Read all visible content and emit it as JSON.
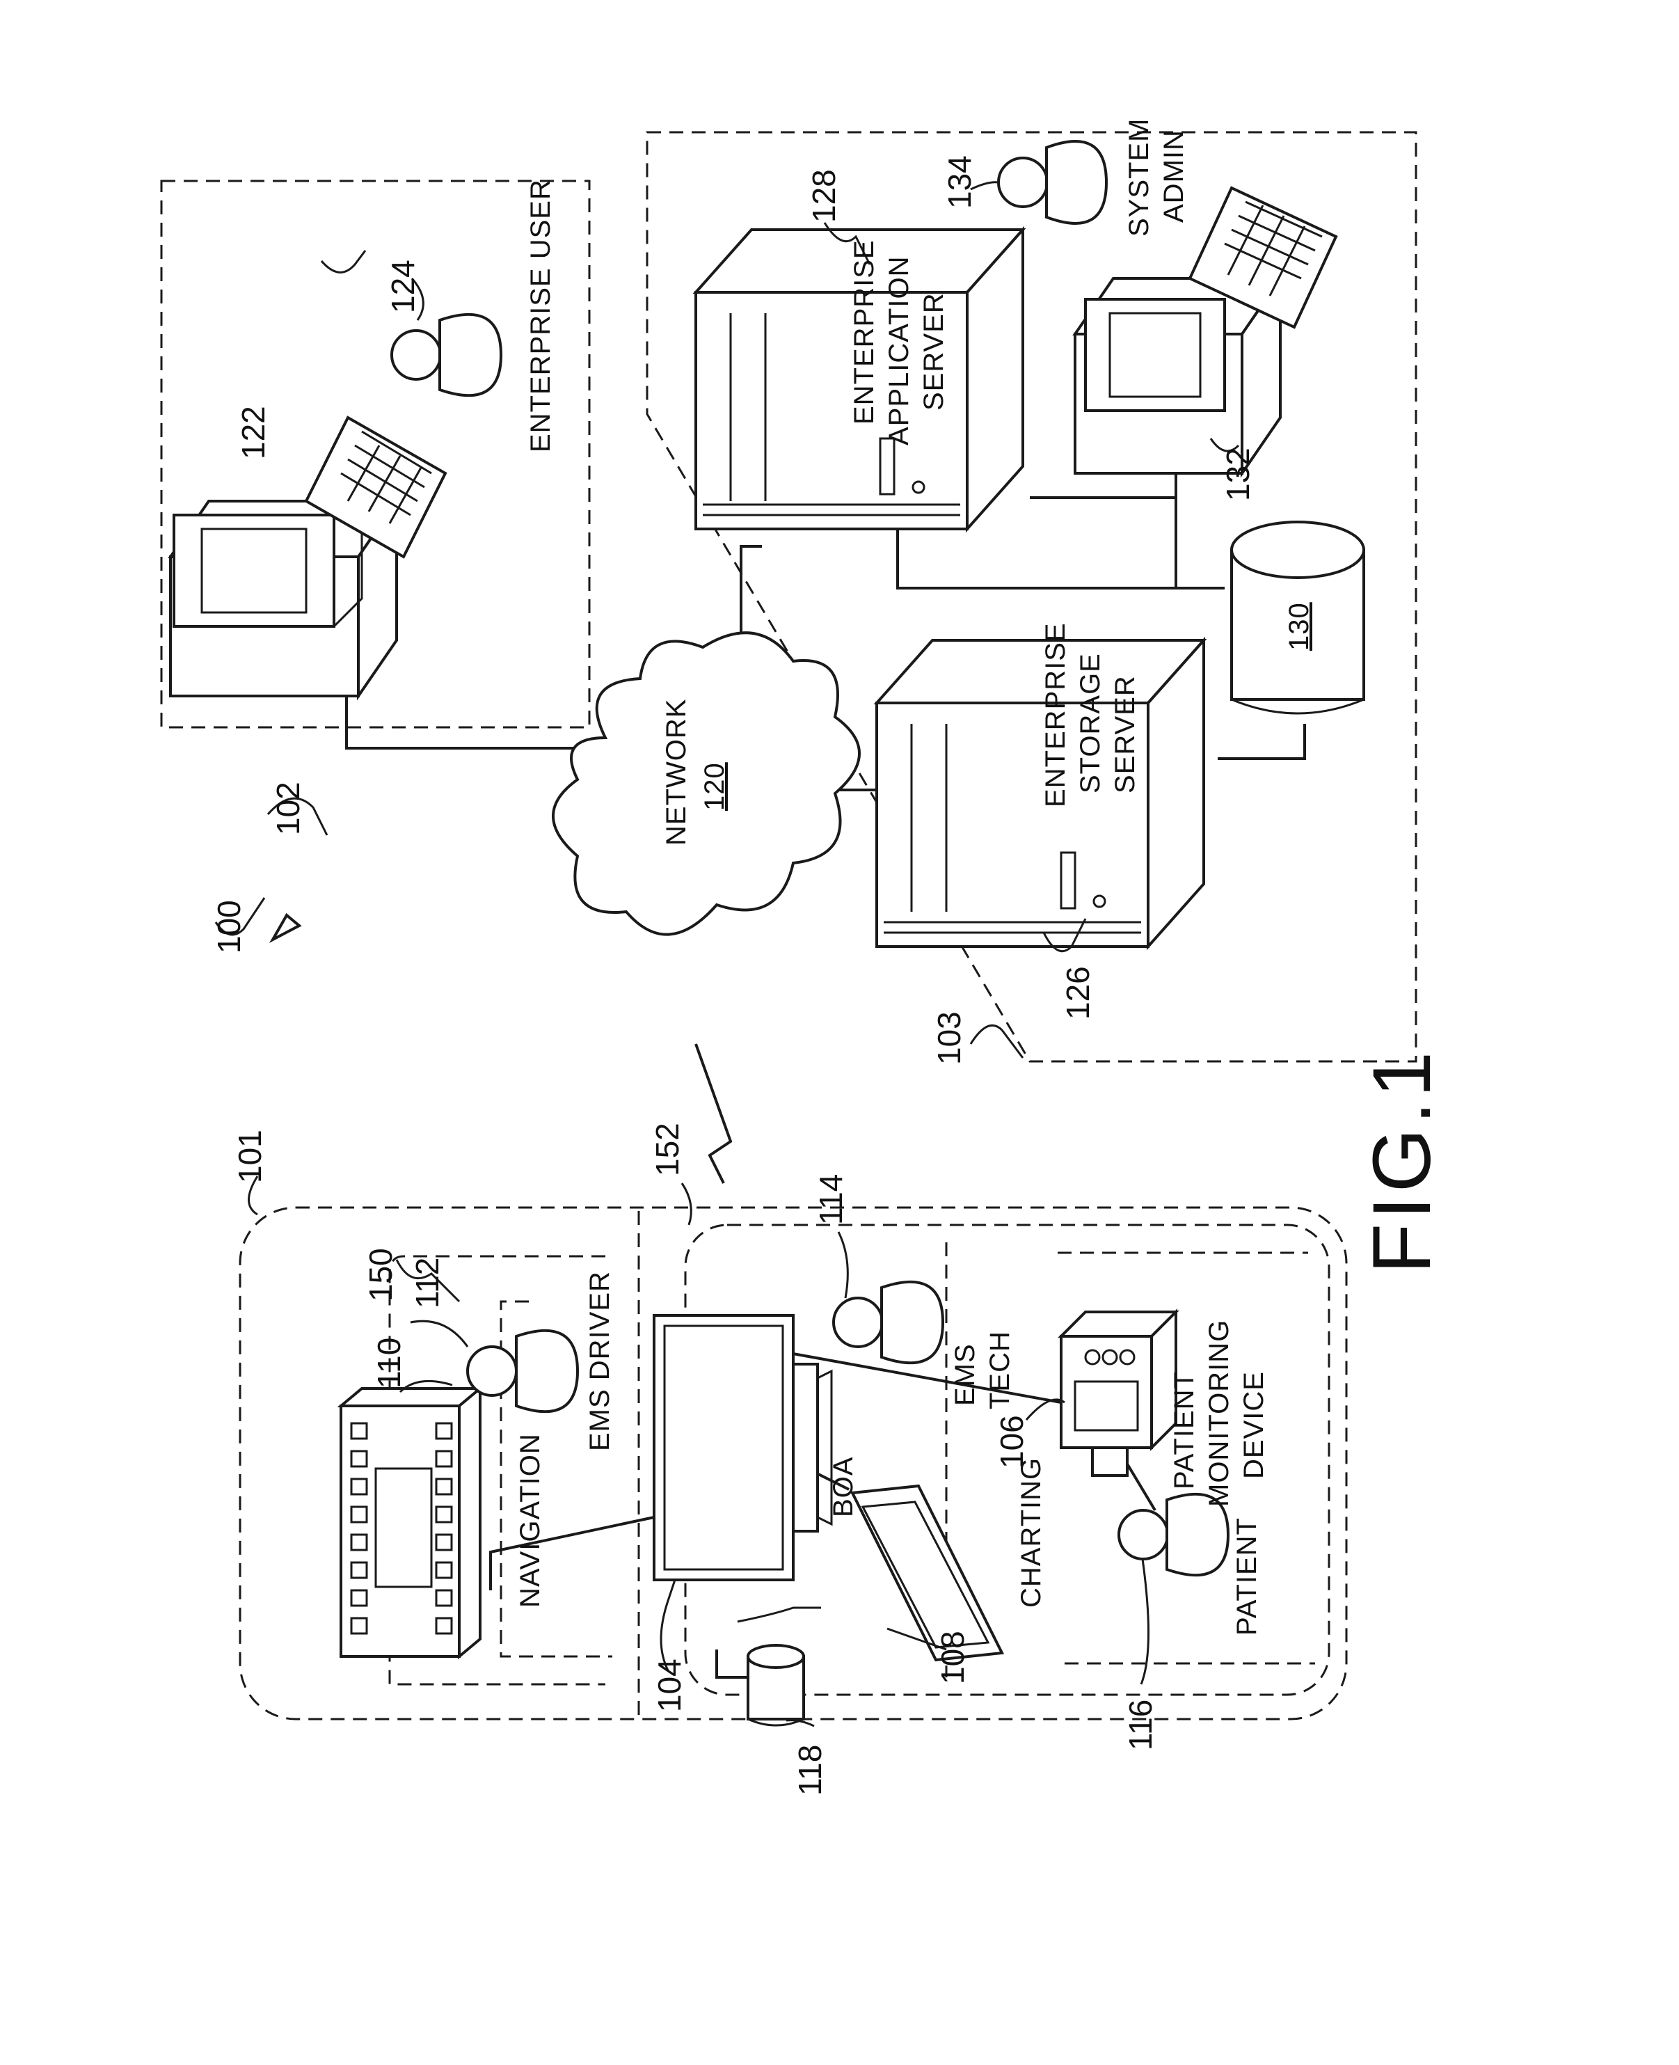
{
  "figure": {
    "caption": "FIG.1",
    "system_ref": "100"
  },
  "regions": {
    "vehicle": {
      "ref": "101"
    },
    "enterprise_user": {
      "ref": "102"
    },
    "enterprise_server": {
      "ref": "103"
    },
    "driver_area": {
      "ref": "150"
    },
    "patient_area": {
      "ref": "152"
    }
  },
  "components": {
    "navigation": {
      "ref": "110",
      "label": "NAVIGATION"
    },
    "ems_driver": {
      "ref": "112",
      "label": "EMS DRIVER"
    },
    "boa": {
      "ref": "104",
      "label": "BOA"
    },
    "database_118": {
      "ref": "118"
    },
    "charting": {
      "ref": "108",
      "label": "CHARTING"
    },
    "ems_tech": {
      "ref": "114",
      "label_line1": "EMS",
      "label_line2": "TECH"
    },
    "patient_monitor": {
      "ref": "106",
      "label_line1": "PATIENT",
      "label_line2": "MONITORING",
      "label_line3": "DEVICE"
    },
    "patient": {
      "ref": "116",
      "label": "PATIENT"
    },
    "network": {
      "label": "NETWORK",
      "ref": "120"
    },
    "enterprise_computer": {
      "ref": "122"
    },
    "enterprise_user": {
      "ref": "124",
      "label": "ENTERPRISE USER"
    },
    "storage_server": {
      "ref": "126",
      "label_line1": "ENTERPRISE",
      "label_line2": "STORAGE",
      "label_line3": "SERVER"
    },
    "app_server": {
      "ref": "128",
      "label_line1": "ENTERPRISE",
      "label_line2": "APPLICATION",
      "label_line3": "SERVER"
    },
    "database_130": {
      "ref": "130"
    },
    "admin_computer": {
      "ref": "132"
    },
    "system_admin": {
      "ref": "134",
      "label_line1": "SYSTEM",
      "label_line2": "ADMIN"
    }
  }
}
